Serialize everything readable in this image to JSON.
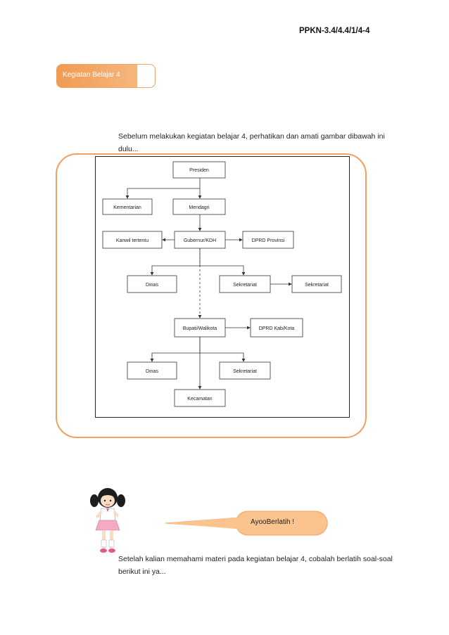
{
  "header": {
    "code": "PPKN-3.4/4.4/1/4-4"
  },
  "section_tag": {
    "label": "Kegiatan Belajar 4"
  },
  "intro": {
    "text": "Sebelum melakukan kegiatan belajar 4, perhatikan dan amati gambar dibawah ini dulu..."
  },
  "diagram": {
    "nodes": {
      "presiden": "Presiden",
      "kementarian": "Kementarian",
      "mendagri": "Mendagri",
      "kanwil": "Kanwil tertentu",
      "gubernur": "Gubernur/KDH",
      "dprd_provinsi": "DPRD Provinsi",
      "dinas_prov": "Dinas",
      "sekretariat_prov": "Sekretariat",
      "sekretariat_right": "Sekretariat",
      "bupati": "Bupati/Walikota",
      "dprd_kab": "DPRD Kab/Kota",
      "dinas_kab": "Dinas",
      "sekretariat_kab": "Sekretariat",
      "kecamatan": "Kecamatan"
    }
  },
  "bubble": {
    "text": "AyooBerlatih !"
  },
  "outro": {
    "text": "Setelah kalian memahami materi pada kegiatan belajar 4, cobalah berlatih soal-soal berikut ini ya..."
  },
  "colors": {
    "accent": "#f0a060",
    "accent_dark": "#f19a52",
    "skirt": "#f4a9c4"
  }
}
